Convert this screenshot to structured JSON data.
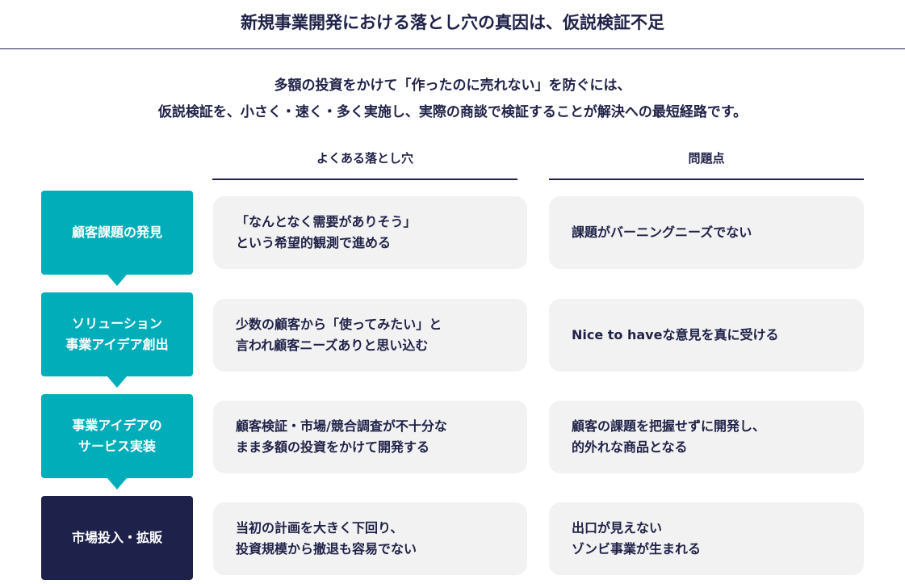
{
  "title": "新規事業開発における落とし穴の真因は、仮説検証不足",
  "subtitle": [
    "多額の投資をかけて「作ったのに売れない」を防ぐには、",
    "仮説検証を、小さく・速く・多く実施し、実際の商談で検証することが解決への最短経路です。"
  ],
  "columns": {
    "pitfall": "よくある落とし穴",
    "problem": "問題点"
  },
  "rows": [
    {
      "step": "顧客課題の発見",
      "pitfall": "「なんとなく需要がありそう」\nという希望的観測で進める",
      "problem": "課題がバーニングニーズでない"
    },
    {
      "step": "ソリューション\n事業アイデア創出",
      "pitfall": "少数の顧客から「使ってみたい」と\n言われ顧客ニーズありと思い込む",
      "problem": "Nice to haveな意見を真に受ける"
    },
    {
      "step": "事業アイデアの\nサービス実装",
      "pitfall": "顧客検証・市場/競合調査が不十分な\nまま多額の投資をかけて開発する",
      "problem": "顧客の課題を把握せずに開発し、\n的外れな商品となる"
    },
    {
      "step": "市場投入・拡販",
      "pitfall": "当初の計画を大きく下回り、\n投資規模から撤退も容易でない",
      "problem": "出口が見えない\nゾンビ事業が生まれる"
    }
  ],
  "colors": {
    "teal": "#00adb9",
    "navy": "#1e2149",
    "card": "#f2f2f2"
  }
}
